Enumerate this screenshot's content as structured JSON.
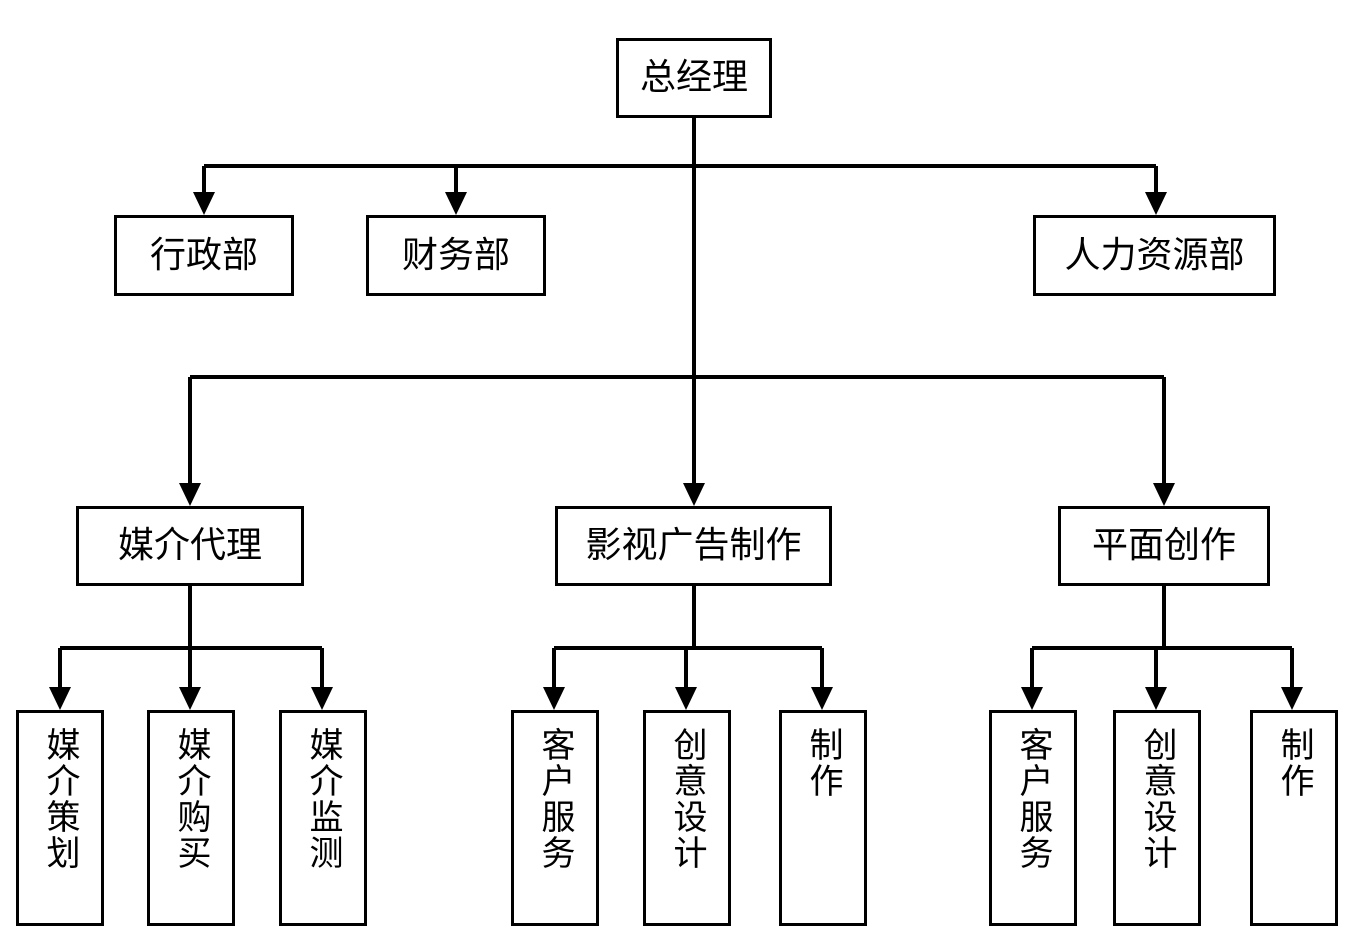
{
  "nodes": {
    "ceo": "总经理",
    "admin": "行政部",
    "finance": "财务部",
    "hr": "人力资源部",
    "media_agency": "媒介代理",
    "film_ad": "影视广告制作",
    "print_creative": "平面创作",
    "media_planning": "媒介策划",
    "media_buying": "媒介购买",
    "media_monitoring": "媒介监测",
    "film_client_service": "客户服务",
    "film_creative_design": "创意设计",
    "film_production": "制作",
    "print_client_service": "客户服务",
    "print_creative_design": "创意设计",
    "print_production": "制作"
  },
  "edges": [
    [
      "ceo",
      "admin"
    ],
    [
      "ceo",
      "finance"
    ],
    [
      "ceo",
      "hr"
    ],
    [
      "ceo",
      "media_agency"
    ],
    [
      "ceo",
      "film_ad"
    ],
    [
      "ceo",
      "print_creative"
    ],
    [
      "media_agency",
      "media_planning"
    ],
    [
      "media_agency",
      "media_buying"
    ],
    [
      "media_agency",
      "media_monitoring"
    ],
    [
      "film_ad",
      "film_client_service"
    ],
    [
      "film_ad",
      "film_creative_design"
    ],
    [
      "film_ad",
      "film_production"
    ],
    [
      "print_creative",
      "print_client_service"
    ],
    [
      "print_creative",
      "print_creative_design"
    ],
    [
      "print_creative",
      "print_production"
    ]
  ]
}
